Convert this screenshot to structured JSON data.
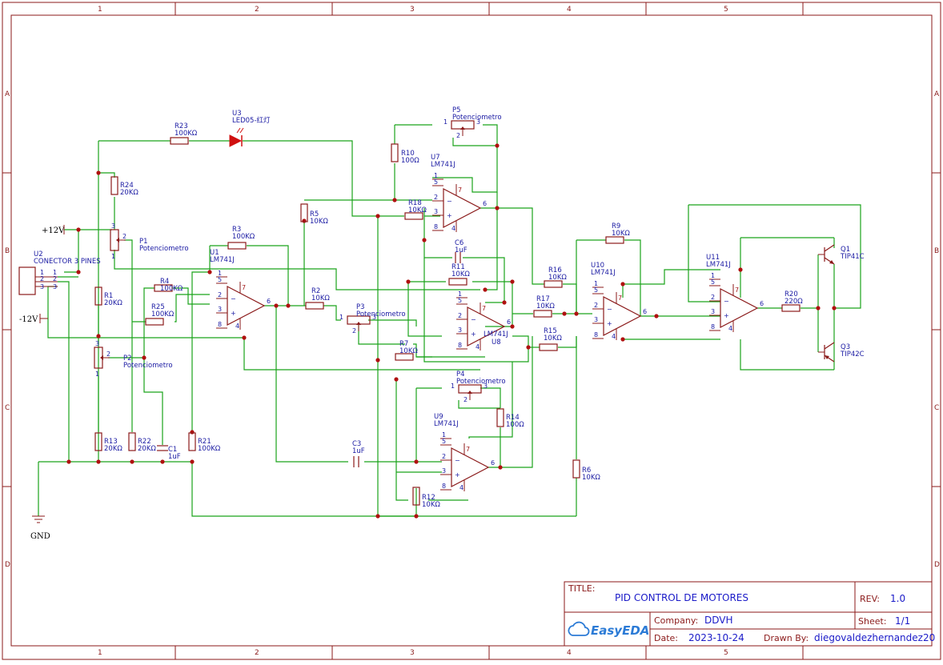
{
  "grid": {
    "columns": [
      "1",
      "2",
      "3",
      "4",
      "5"
    ],
    "rows": [
      "A",
      "B",
      "C",
      "D"
    ]
  },
  "title_block": {
    "title_label": "TITLE:",
    "title": "PID CONTROL DE MOTORES",
    "rev_label": "REV:",
    "rev": "1.0",
    "company_label": "Company:",
    "company": "DDVH",
    "sheet_label": "Sheet:",
    "sheet": "1/1",
    "date_label": "Date:",
    "date": "2023-10-24",
    "drawn_label": "Drawn By:",
    "drawn_by": "diegovaldezhernandez20",
    "logo": "EasyEDA"
  },
  "nets": {
    "vcc": "+12V",
    "vee": "-12V",
    "gnd": "GND"
  },
  "connector": {
    "ref": "U2",
    "name": "CONECTOR 3 PINES",
    "pins": [
      "1",
      "2",
      "3"
    ]
  },
  "resistors": [
    {
      "ref": "R23",
      "value": "100KΩ"
    },
    {
      "ref": "R24",
      "value": "20KΩ"
    },
    {
      "ref": "R1",
      "value": "20KΩ"
    },
    {
      "ref": "R13",
      "value": "20KΩ"
    },
    {
      "ref": "R22",
      "value": "20KΩ"
    },
    {
      "ref": "R21",
      "value": "100KΩ"
    },
    {
      "ref": "R4",
      "value": "100KΩ"
    },
    {
      "ref": "R25",
      "value": "100KΩ"
    },
    {
      "ref": "R3",
      "value": "100KΩ"
    },
    {
      "ref": "R2",
      "value": "10KΩ"
    },
    {
      "ref": "R5",
      "value": "10KΩ"
    },
    {
      "ref": "R10",
      "value": "100Ω"
    },
    {
      "ref": "R18",
      "value": "10KΩ"
    },
    {
      "ref": "R11",
      "value": "10KΩ"
    },
    {
      "ref": "R7",
      "value": "10KΩ"
    },
    {
      "ref": "R16",
      "value": "10KΩ"
    },
    {
      "ref": "R17",
      "value": "10KΩ"
    },
    {
      "ref": "R15",
      "value": "10KΩ"
    },
    {
      "ref": "R14",
      "value": "100Ω"
    },
    {
      "ref": "R12",
      "value": "10KΩ"
    },
    {
      "ref": "R9",
      "value": "10KΩ"
    },
    {
      "ref": "R6",
      "value": "10KΩ"
    },
    {
      "ref": "R20",
      "value": "220Ω"
    }
  ],
  "pots": [
    {
      "ref": "P1",
      "value": "Potenciometro"
    },
    {
      "ref": "P2",
      "value": "Potenciometro"
    },
    {
      "ref": "P3",
      "value": "Potenciometro"
    },
    {
      "ref": "P4",
      "value": "Potenciometro"
    },
    {
      "ref": "P5",
      "value": "Potenciometro"
    }
  ],
  "caps": [
    {
      "ref": "C1",
      "value": "1uF"
    },
    {
      "ref": "C3",
      "value": "1uF"
    },
    {
      "ref": "C6",
      "value": "1uF"
    }
  ],
  "opamps": [
    {
      "ref": "U1",
      "value": "LM741J"
    },
    {
      "ref": "U7",
      "value": "LM741J"
    },
    {
      "ref": "U8",
      "value": "LM741J"
    },
    {
      "ref": "U9",
      "value": "LM741J"
    },
    {
      "ref": "U10",
      "value": "LM741J"
    },
    {
      "ref": "U11",
      "value": "LM741J"
    }
  ],
  "led": {
    "ref": "U3",
    "value": "LED05-红灯"
  },
  "transistors": [
    {
      "ref": "Q1",
      "value": "TIP41C"
    },
    {
      "ref": "Q3",
      "value": "TIP42C"
    }
  ],
  "pin_labels": {
    "p1": "1",
    "p2": "2",
    "p3": "3",
    "p4": "4",
    "p5": "5",
    "p6": "6",
    "p7": "7",
    "p8": "8",
    "minus": "−",
    "plus": "+"
  },
  "colors": {
    "frame": "#8b1a1a",
    "wire": "#1aa31a",
    "label": "#1a1aa3",
    "junction": "#b01010",
    "led": "#d01010"
  }
}
